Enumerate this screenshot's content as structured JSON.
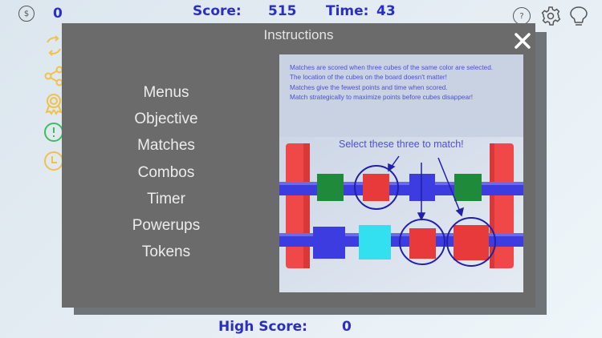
{
  "hud": {
    "coins_value": "0",
    "score_label": "Score:",
    "score_value": "515",
    "time_label": "Time:",
    "time_value": "43",
    "coin_icon_glyph": "$",
    "help_icon_glyph": "?"
  },
  "side_icons": [
    "refresh-icon",
    "share-icon",
    "award-icon",
    "alert-icon",
    "clock-icon"
  ],
  "modal": {
    "title": "Instructions",
    "close_glyph": "✕",
    "menu": [
      "Menus",
      "Objective",
      "Matches",
      "Combos",
      "Timer",
      "Powerups",
      "Tokens"
    ],
    "image": {
      "lines": [
        "Matches are scored when three cubes of the same color are selected.",
        "The location of the cubes on the board doesn't matter!",
        "Matches give the fewest points and time when scored.",
        "Match strategically to maximize points before cubes disappear!"
      ],
      "callout": "Select these three to match!"
    }
  },
  "footer": {
    "high_score_label": "High Score:",
    "high_score_value": "0"
  },
  "colors": {
    "hud_text": "#2a2fc4",
    "panel": "#6b6b6b",
    "accent_yellow": "#f0c24a",
    "accent_green": "#3cbf5a"
  }
}
